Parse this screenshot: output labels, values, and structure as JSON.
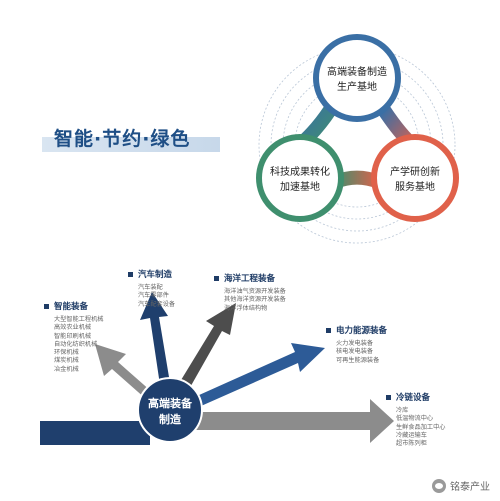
{
  "heading": "智能·节约·绿色",
  "venn": {
    "top": [
      "高端装备制造",
      "生产基地"
    ],
    "left": [
      "科技成果转化",
      "加速基地"
    ],
    "right": [
      "产学研创新",
      "服务基地"
    ],
    "colors": {
      "top": "#3a6fa5",
      "left": "#3f8f6e",
      "right": "#e0614a"
    }
  },
  "hub": [
    "高端装备",
    "制造"
  ],
  "categories": [
    {
      "title": "智能装备",
      "items": [
        "大型智能工程机械",
        "高效农业机械",
        "智能印刷机械",
        "自动化纺织机械",
        "环保机械",
        "煤炭机械",
        "冶金机械"
      ]
    },
    {
      "title": "汽车制造",
      "items": [
        "汽车装配",
        "汽车零部件",
        "汽车配套设备"
      ]
    },
    {
      "title": "海洋工程装备",
      "items": [
        "海洋油气资源开发装备",
        "其他海洋资源开发装备",
        "海洋浮体结构物"
      ]
    },
    {
      "title": "电力能源装备",
      "items": [
        "火力发电装备",
        "核电发电装备",
        "可再生能源装备"
      ]
    },
    {
      "title": "冷链设备",
      "items": [
        "冷库",
        "低温物流中心",
        "生鲜食品加工中心",
        "冷藏运输车",
        "超市陈列柜"
      ]
    }
  ],
  "watermark": "铭泰产业"
}
